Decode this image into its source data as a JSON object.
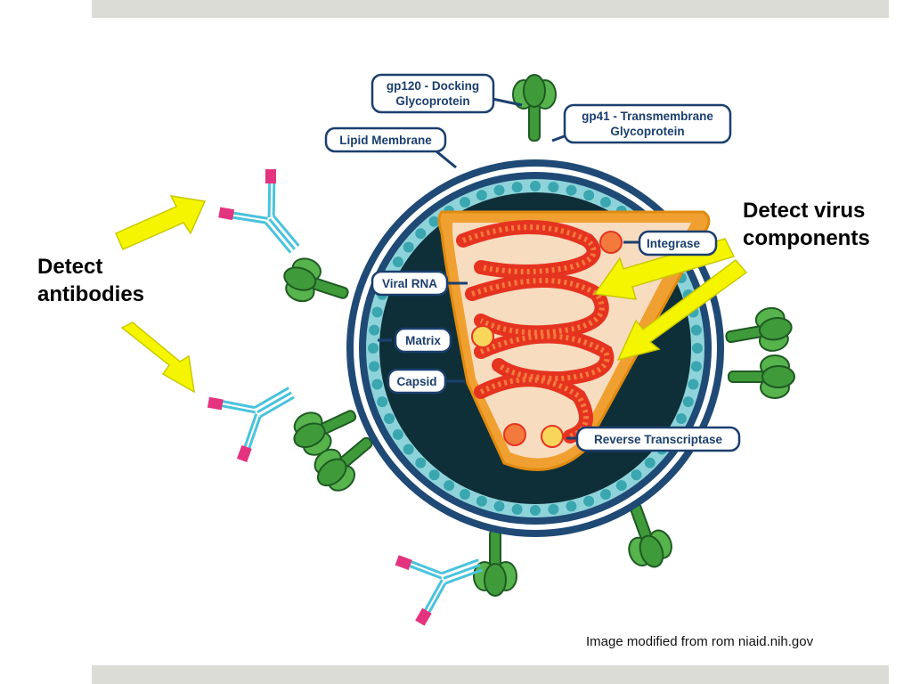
{
  "labels": {
    "gp120_line1": "gp120 - Docking",
    "gp120_line2": "Glycoprotein",
    "gp41_line1": "gp41 - Transmembrane",
    "gp41_line2": "Glycoprotein",
    "lipid_membrane": "Lipid Membrane",
    "integrase": "Integrase",
    "viral_rna": "Viral RNA",
    "matrix": "Matrix",
    "capsid": "Capsid",
    "reverse_transcriptase": "Reverse Transcriptase"
  },
  "callouts": {
    "detect_antibodies": "Detect\nantibodies",
    "detect_virus_components": "Detect virus\ncomponents"
  },
  "credit": "Image modified from rom niaid.nih.gov",
  "colors": {
    "pointer_arrow": "#f5f500",
    "label_box_border": "#1b3f6e",
    "label_box_fill": "#ffffff",
    "lipid_membrane": "#1f4a75",
    "matrix_dots": "#3aa6b0",
    "interior": "#0e2f38",
    "capsid": "#f0a030",
    "viral_rna": "#e53320",
    "glycoprotein": "#3f9a3a",
    "antibody_heavy": "#49c3dc",
    "antibody_tip": "#e4337f"
  },
  "icons": [
    "antibody",
    "glycoprotein-spike",
    "arrow-right"
  ]
}
